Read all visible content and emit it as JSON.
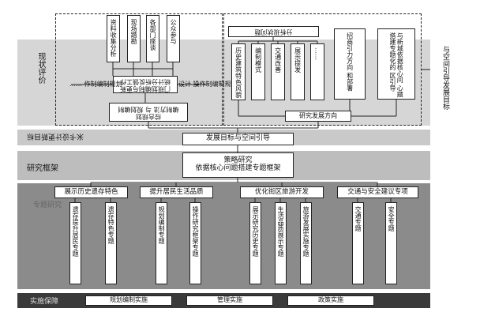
{
  "stages": {
    "status_eval": "现状评价",
    "goal_setting": "米卡设计更新目标",
    "framework": "研究框架",
    "topics": "专题研究",
    "implementation": "实施保障"
  },
  "right_label": "与空间引导发展目标",
  "left_methods": {
    "col1": "资料收集分析",
    "col2": "现场踏勘",
    "col3": "各部门座谈",
    "col4": "公众参与",
    "mid_box_line1": "门规划编制与更新",
    "mid_box_line2": "统计分析反馈工作",
    "left_side": "……  作制编制规划",
    "right_side": "设计 操作制编制规划",
    "bottom_line1": "综合规划",
    "bottom_line2": "编制方法 与 规划编制"
  },
  "right_analysis": {
    "top_box": "分析现状问题",
    "cols": [
      "历史建筑特色风貌",
      "编制模式",
      "交通改善",
      "展示提发",
      "……"
    ],
    "col_a": "招商引力方向 和部署",
    "col_b": "与新城依据核心问 心题 搭建专题化的 区引导",
    "bottom": "研究发展方向"
  },
  "goal_box": "发展目标与空间引导",
  "framework_box_line1": "策略研究",
  "framework_box_line2": "依据核心问题搭建专题框架",
  "topic_headers": [
    "展示历史遗存特色",
    "提升居民生活品质",
    "优化街区旅游开发",
    "交通与安全建议专项"
  ],
  "topic_items": [
    [
      "遗存提升居民专题",
      "遗存特色专题"
    ],
    [
      "规划编制专题",
      "操作研究框架专题"
    ],
    [
      "展示研究历史专题",
      "生活品质展示专题",
      "旅游发展实施专题"
    ],
    [
      "交通专题",
      "安全专题"
    ]
  ],
  "impl_boxes": [
    "规划编制实施",
    "管理实施",
    "政策实施"
  ]
}
